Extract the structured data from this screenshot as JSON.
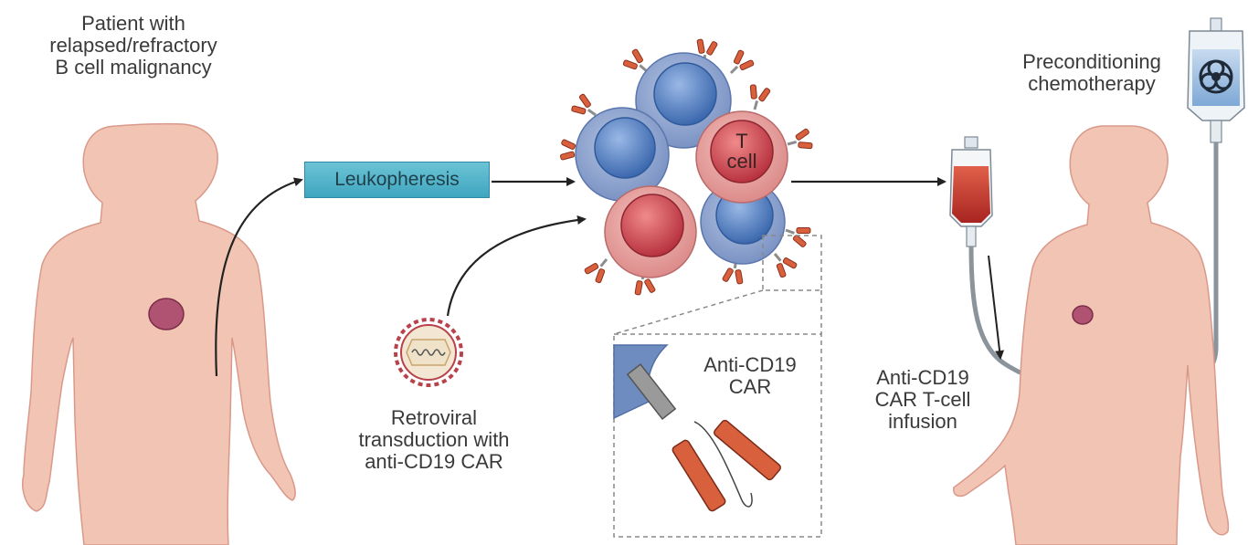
{
  "labels": {
    "patient": [
      "Patient with",
      "relapsed/refractory",
      "B cell malignancy"
    ],
    "leukopheresis": "Leukopheresis",
    "transduction": [
      "Retroviral",
      "transduction with",
      "anti-CD19 CAR"
    ],
    "t_cell": [
      "T",
      "cell"
    ],
    "car_zoom": [
      "Anti-CD19",
      "CAR"
    ],
    "infusion": [
      "Anti-CD19",
      "CAR T-cell",
      "infusion"
    ],
    "chemo": [
      "Preconditioning",
      "chemotherapy"
    ]
  },
  "colors": {
    "skin": "#f2c4b4",
    "skin_stroke": "#d9998a",
    "organ": "#b05272",
    "blue_cell": "#8fa6cf",
    "blue_nucleus": "#4f7dbf",
    "red_cell": "#e7a3a0",
    "red_nucleus": "#c8484f",
    "box_fill": "#4eb3c9",
    "car_orange": "#d9603c",
    "car_gray": "#8d8d8d",
    "blood": "#c8372c",
    "virus": "#b8424a"
  },
  "icons": {
    "biohazard": "biohazard-icon",
    "virus": "retrovirus-icon"
  }
}
